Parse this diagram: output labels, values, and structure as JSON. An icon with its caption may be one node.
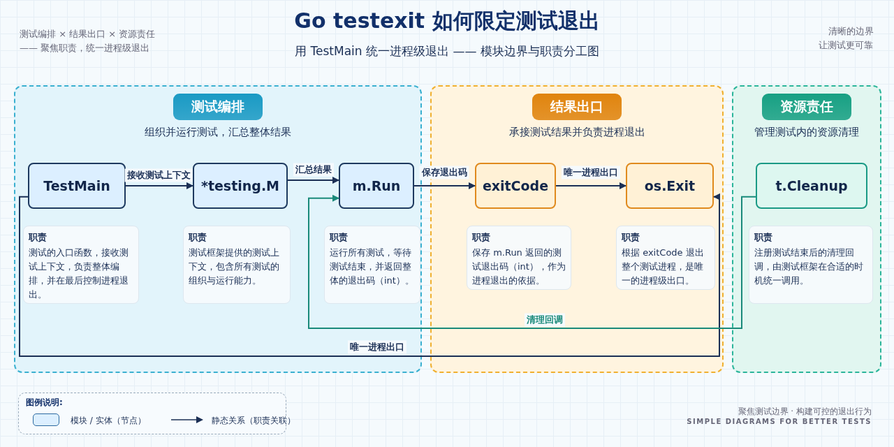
{
  "diagram": {
    "title": "Go testexit 如何限定测试退出",
    "nodes": [
      {
        "text": [
          "测试编排",
          "组织并运行测试，汇总整体结果"
        ]
      },
      {
        "text": [
          "TestMain"
        ],
        "in": 0
      },
      {
        "text": [
          "*testing.M"
        ],
        "in": 0
      },
      {
        "text": [
          "m.Run"
        ],
        "in": 0
      },
      {
        "text": [
          "职责",
          "测试的入口函数，接收测试上下文，负责整体编排，并在最后控制进程退出。"
        ],
        "in": 0
      },
      {
        "text": [
          "职责",
          "测试框架提供的测试上下文，包含所有测试的组织与运行能力。"
        ],
        "in": 0
      },
      {
        "text": [
          "职责",
          "运行所有测试，等待测试结束，并返回整体的退出码（int）。"
        ],
        "in": 0
      },
      {
        "text": [
          "结果出口",
          "承接测试结果并负责进程退出"
        ]
      },
      {
        "text": [
          "exitCode"
        ],
        "in": 7
      },
      {
        "text": [
          "os.Exit"
        ],
        "in": 7
      },
      {
        "text": [
          "职责",
          "保存 m.Run 返回的测试退出码（int），作为进程退出的依据。"
        ],
        "in": 7
      },
      {
        "text": [
          "职责",
          "根据 exitCode 退出整个测试进程，是唯一的进程级出口。"
        ],
        "in": 7
      },
      {
        "text": [
          "资源责任",
          "管理测试内的资源清理"
        ]
      },
      {
        "text": [
          "t.Cleanup"
        ],
        "in": 12
      },
      {
        "text": [
          "职责",
          "注册测试结束后的清理回调，由测试框架在合适的时机统一调用。"
        ],
        "in": 12
      }
    ],
    "edges": [
      {
        "from": 1,
        "to": 2,
        "label": "接收测试上下文",
        "arrow": "to"
      },
      {
        "from": 2,
        "to": 3,
        "label": "汇总结果",
        "arrow": "to"
      },
      {
        "from": 3,
        "to": 8,
        "label": "保存退出码",
        "arrow": "to"
      },
      {
        "from": 8,
        "to": 9,
        "label": "唯一进程出口",
        "arrow": "to"
      },
      {
        "from": 1,
        "to": 9,
        "label": "唯一进程出口",
        "arrow": "to"
      },
      {
        "from": 13,
        "to": 3,
        "label": "清理回调",
        "arrow": "to",
        "color": "#1a8a7a"
      }
    ],
    "labels": [
      "用 TestMain 统一进程级退出 —— 模块边界与职责分工图",
      "测试编排 × 结果出口 × 资源责任",
      "—— 聚焦职责，统一进程级退出",
      "清晰的边界",
      "让测试更可靠",
      "图例说明:",
      "聚焦测试边界 · 构建可控的退出行为",
      "SIMPLE DIAGRAMS FOR BETTER TESTS"
    ],
    "legend": [
      {
        "text": "模块 / 实体（节点）",
        "color": "#dcefff"
      },
      {
        "text": "静态关系（职责关联）"
      }
    ]
  }
}
